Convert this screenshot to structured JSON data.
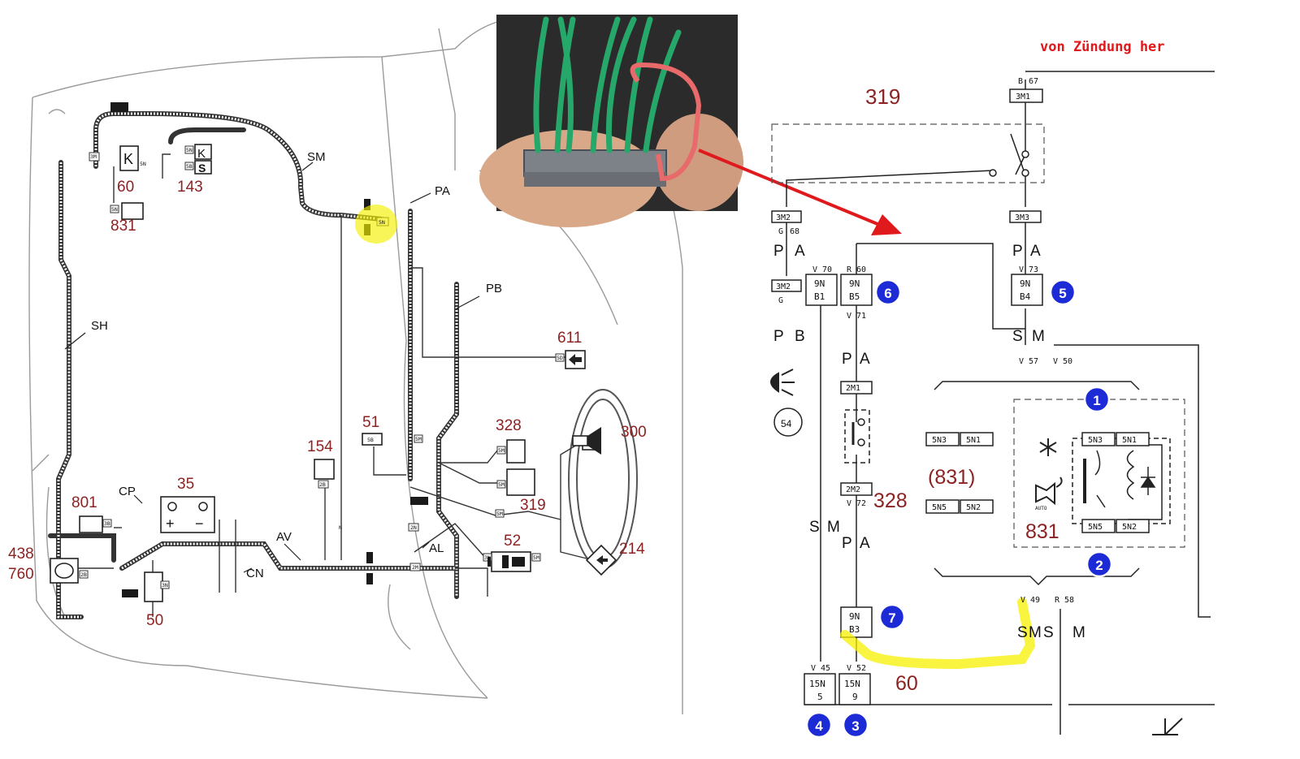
{
  "annotation": {
    "text": "von Zündung her",
    "color": "#e0191c"
  },
  "colors": {
    "highlight": "#f5f000",
    "badge": "#1c2bd6",
    "number": "#8b2323",
    "arrow": "#e0191c"
  },
  "left": {
    "harness": [
      "SM",
      "PA",
      "PB",
      "SH",
      "CP",
      "AV",
      "CN",
      "AL"
    ],
    "components": [
      "60",
      "143",
      "831",
      "611",
      "51",
      "328",
      "154",
      "35",
      "319",
      "52",
      "300",
      "801",
      "438",
      "760",
      "50",
      "214"
    ],
    "connectors": {
      "c60": "5N",
      "c143a": "5N",
      "c143b": "5B",
      "c831": "5N",
      "c611": "5D",
      "c51": "5B",
      "c154": "2B",
      "c328": "5M",
      "c319": "5M",
      "c52a": "3N",
      "c52b": "5M",
      "c801": "3B",
      "c_mid": "5M",
      "c_low": "5M",
      "c_al": "2N",
      "c_cn": "3N",
      "c438": "2B",
      "c_pa": "5N",
      "c_sh": "3M",
      "c_tp": "2M",
      "c_nu": "N"
    },
    "glyphs": {
      "k": "K",
      "s": "S",
      "plus": "+",
      "minus": "−"
    }
  },
  "right": {
    "top_component": "319",
    "conn_top": {
      "pin": "67",
      "color": "B",
      "code": "3M1"
    },
    "conn_3m2_top": {
      "code": "3M2",
      "color": "G",
      "pin": "68"
    },
    "conn_3m3": "3M3",
    "pa_left": [
      "P",
      "A"
    ],
    "pa_right": [
      "P",
      "A"
    ],
    "pin_v70": {
      "color": "V",
      "pin": "70"
    },
    "pin_r60": {
      "color": "R",
      "pin": "60"
    },
    "pin_v73": {
      "color": "V",
      "pin": "73"
    },
    "conn_3m2_low": {
      "code": "3M2",
      "color": "G"
    },
    "b1": [
      "9N",
      "B1"
    ],
    "b5": [
      "9N",
      "B5"
    ],
    "b4": [
      "9N",
      "B4"
    ],
    "b3": [
      "9N",
      "B3"
    ],
    "pin_v71": {
      "color": "V",
      "pin": "71"
    },
    "pb": [
      "P",
      "B"
    ],
    "sm_right": [
      "S",
      "M"
    ],
    "pin_v57": {
      "color": "V",
      "pin": "57"
    },
    "pin_v50": {
      "color": "V",
      "pin": "50"
    },
    "pa_mid": [
      "P",
      "A"
    ],
    "c2m1": "2M1",
    "c2m2": "2M2",
    "pin_v72": {
      "color": "V",
      "pin": "72"
    },
    "comp_328": "328",
    "comp_54": "54",
    "relay_left": {
      "tl": "5N3",
      "tr": "5N1",
      "bl": "5N5",
      "br": "5N2",
      "label": "(831)"
    },
    "relay_right": {
      "tl": "5N3",
      "tr": "5N1",
      "bl": "5N5",
      "br": "5N2",
      "label": "831",
      "auto": "AUTO"
    },
    "sm_left": [
      "S",
      "M"
    ],
    "pa_low": [
      "P",
      "A"
    ],
    "pin_v49": {
      "color": "V",
      "pin": "49"
    },
    "pin_r58": {
      "color": "R",
      "pin": "58"
    },
    "sms_m": [
      "S",
      "M",
      "S",
      "M"
    ],
    "comp_60": "60",
    "pin_v45": {
      "color": "V",
      "pin": "45"
    },
    "pin_v52": {
      "color": "V",
      "pin": "52"
    },
    "n15_5": [
      "15N",
      "5"
    ],
    "n15_9": [
      "15N",
      "9"
    ]
  },
  "badges": [
    "1",
    "2",
    "3",
    "4",
    "5",
    "6",
    "7"
  ]
}
